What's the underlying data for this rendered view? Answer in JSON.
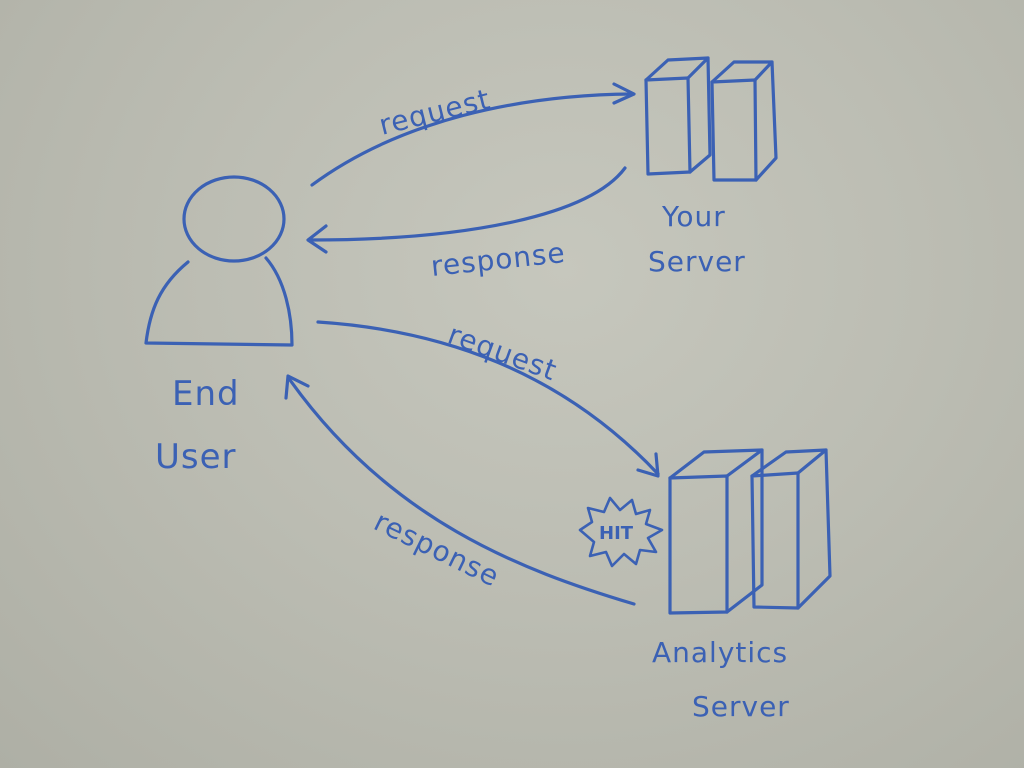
{
  "diagram": {
    "nodes": {
      "end_user": {
        "line1": "End",
        "line2": "User"
      },
      "your_server": {
        "line1": "Your",
        "line2": "Server"
      },
      "analytics_server": {
        "line1": "Analytics",
        "line2": "Server"
      }
    },
    "edges": {
      "top_request": "request",
      "top_response": "response",
      "bottom_request": "request",
      "bottom_response": "response"
    },
    "hit_badge": "HIT"
  },
  "colors": {
    "ink": "#3b61b4",
    "whiteboard": "#bcbdb3"
  }
}
